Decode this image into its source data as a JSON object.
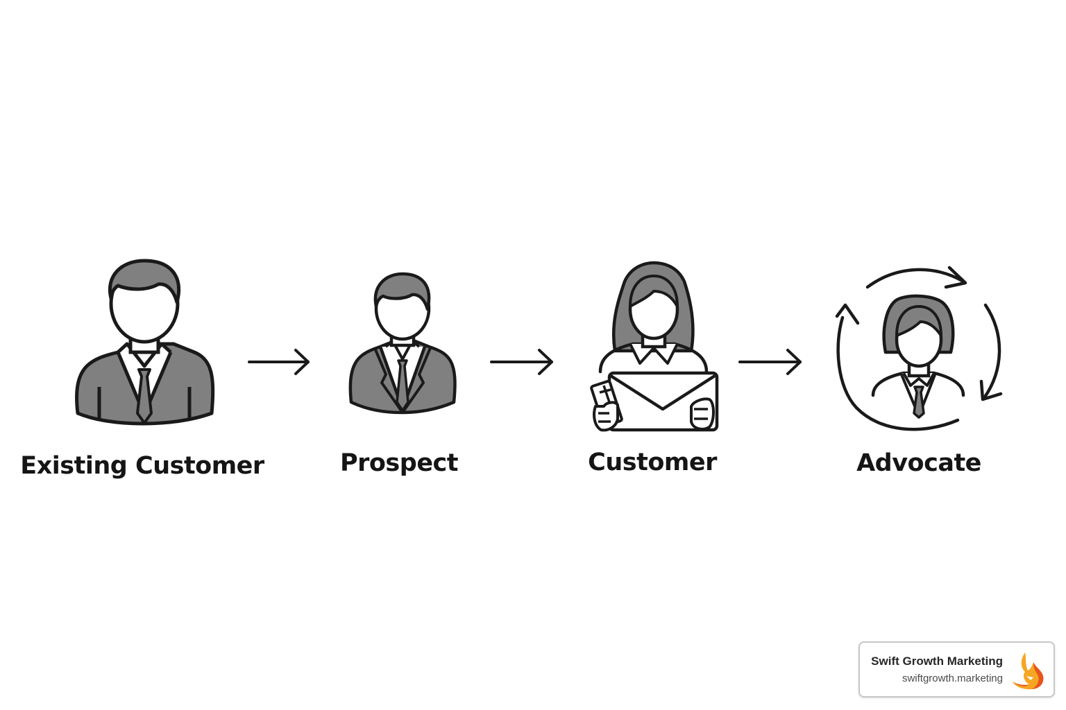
{
  "flow": {
    "stages": [
      {
        "label": "Existing Customer",
        "icon": "businessman-icon"
      },
      {
        "label": "Prospect",
        "icon": "businessman-suit-icon"
      },
      {
        "label": "Customer",
        "icon": "woman-holding-envelope-icon"
      },
      {
        "label": "Advocate",
        "icon": "woman-with-cycle-arrows-icon"
      }
    ],
    "connector_icon": "arrow-right-icon"
  },
  "brand": {
    "name": "Swift Growth Marketing",
    "url": "swiftgrowth.marketing",
    "logo_icon": "fox-logo-icon",
    "logo_colors": [
      "#f5a623",
      "#e8541e"
    ]
  },
  "colors": {
    "outline": "#1a1a1a",
    "fill_gray": "#808080",
    "background": "#ffffff"
  }
}
